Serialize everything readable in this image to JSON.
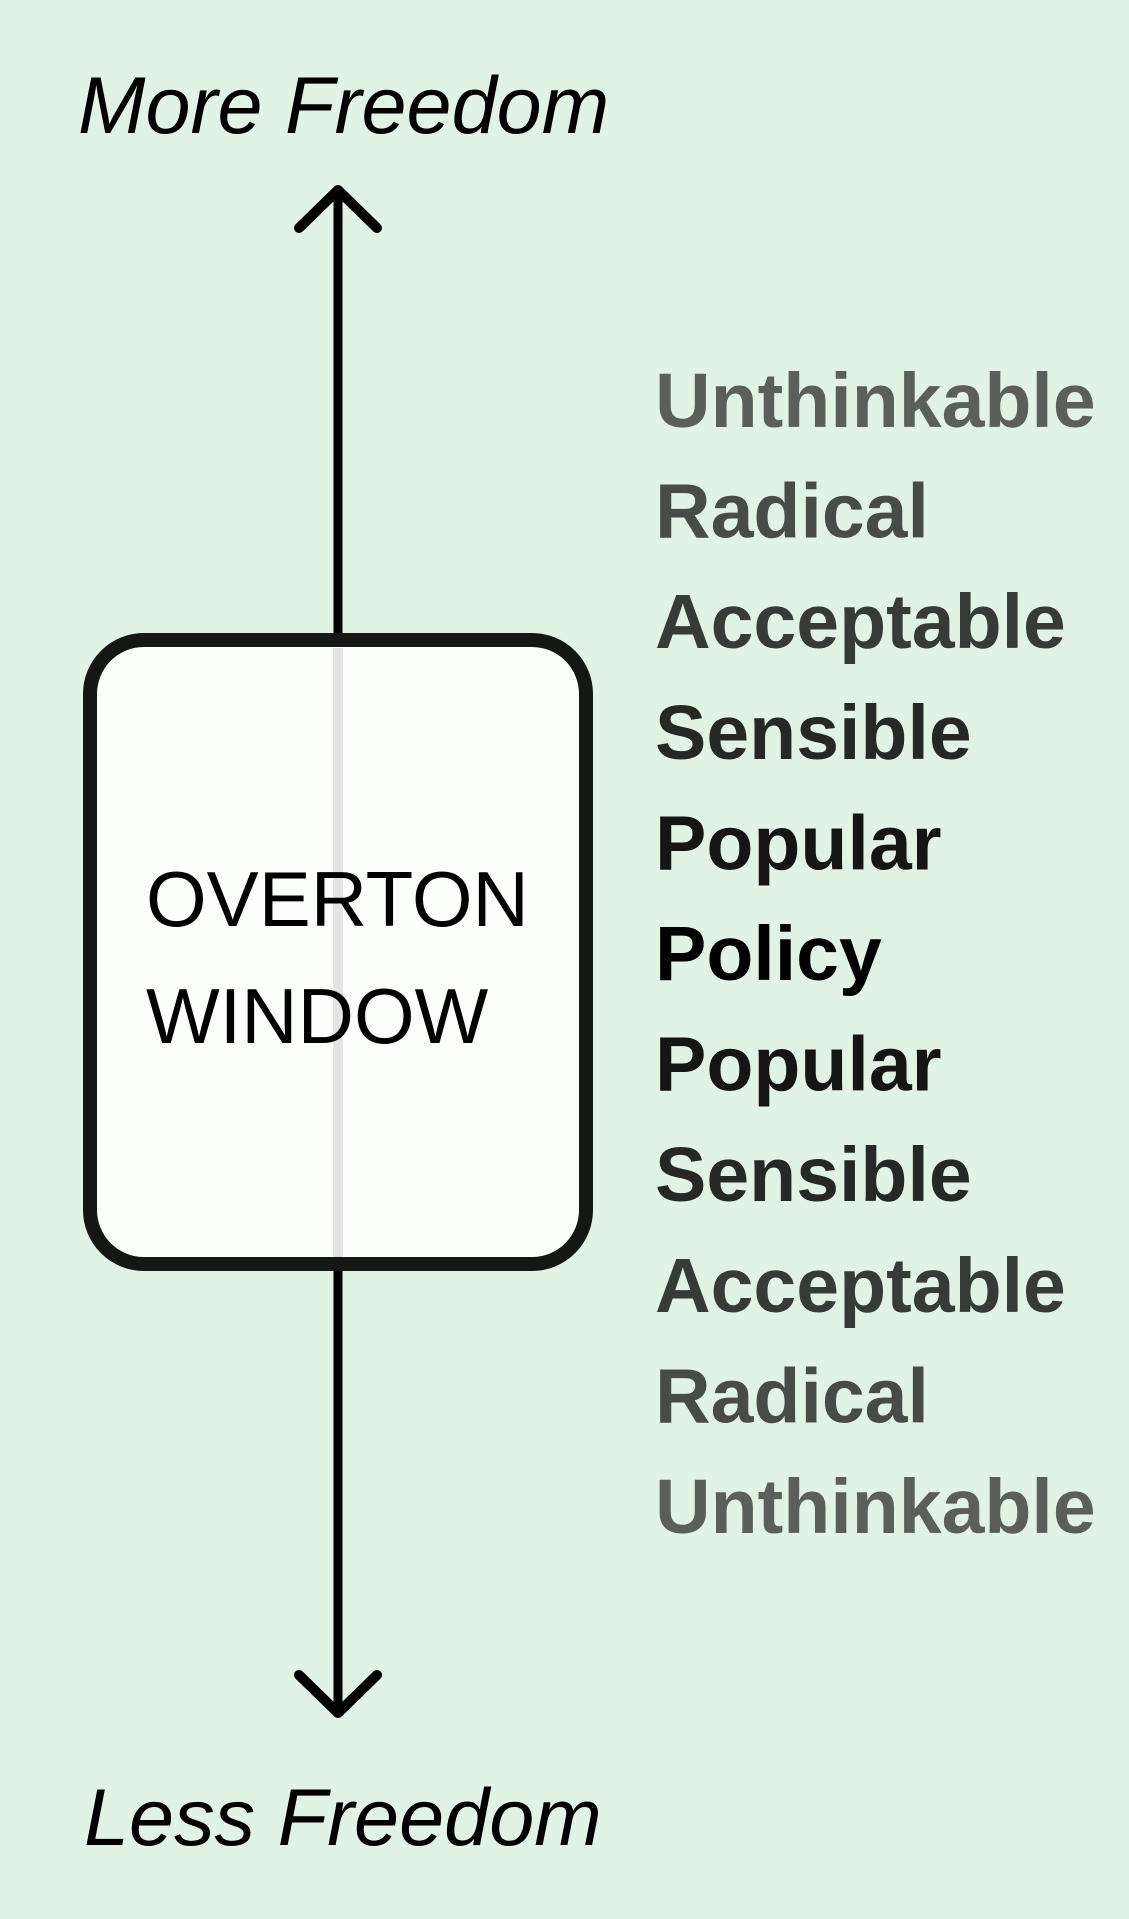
{
  "axis": {
    "top_label": "More Freedom",
    "bottom_label": "Less Freedom"
  },
  "window": {
    "line1": "OVERTON",
    "line2": "WINDOW"
  },
  "levels": [
    {
      "label": "Unthinkable",
      "color": "#5a5f59"
    },
    {
      "label": "Radical",
      "color": "#474c47"
    },
    {
      "label": "Acceptable",
      "color": "#373b37"
    },
    {
      "label": "Sensible",
      "color": "#262826"
    },
    {
      "label": "Popular",
      "color": "#141514"
    },
    {
      "label": "Policy",
      "color": "#000000"
    },
    {
      "label": "Popular",
      "color": "#141514"
    },
    {
      "label": "Sensible",
      "color": "#262826"
    },
    {
      "label": "Acceptable",
      "color": "#373b37"
    },
    {
      "label": "Radical",
      "color": "#474c47"
    },
    {
      "label": "Unthinkable",
      "color": "#5a5f59"
    }
  ],
  "colors": {
    "background": "#e0f3e4",
    "arrow": "#000000",
    "window_border": "#151715",
    "window_fill": "#fcfefc"
  }
}
